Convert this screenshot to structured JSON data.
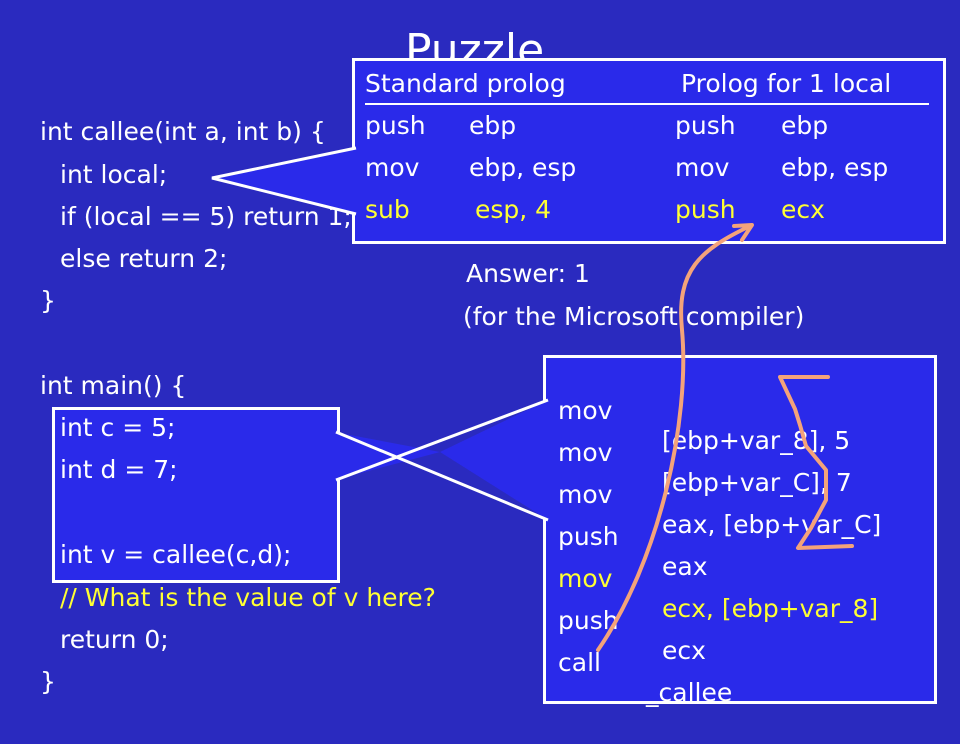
{
  "title": "Puzzle",
  "code": {
    "l1": "int callee(int a, int b) {",
    "l2": "int local;",
    "l3": "if (local == 5) return 1;",
    "l4": "else return 2;",
    "l5": "}",
    "l6": "int main() {",
    "l7": "int c = 5;",
    "l8": "int d = 7;",
    "l9": "int v = callee(c,d);",
    "l10": "// What is the value of v here?",
    "l11": "return 0;",
    "l12": "}"
  },
  "answer": {
    "line1": "Answer: 1",
    "line2": "(for the Microsoft compiler)"
  },
  "prolog": {
    "header_left": "Standard prolog",
    "header_right": "Prolog for 1 local",
    "rows": [
      {
        "op1": "push",
        "arg1": "ebp",
        "op2": "push",
        "arg2": "ebp"
      },
      {
        "op1": "mov",
        "arg1": "ebp, esp",
        "op2": "mov",
        "arg2": "ebp, esp"
      },
      {
        "op1": "sub",
        "arg1": "esp, 4",
        "op2": "push",
        "arg2": "ecx"
      }
    ]
  },
  "asm": [
    {
      "op": "mov",
      "arg": "[ebp+var_8], 5"
    },
    {
      "op": "mov",
      "arg": "[ebp+var_C], 7"
    },
    {
      "op": "mov",
      "arg": "eax, [ebp+var_C]"
    },
    {
      "op": "push",
      "arg": "eax"
    },
    {
      "op": "mov",
      "arg": "ecx, [ebp+var_8]"
    },
    {
      "op": "push",
      "arg": "ecx"
    },
    {
      "op": "call",
      "arg": "_callee"
    },
    {
      "op": ". . .",
      "arg": ""
    }
  ],
  "colors": {
    "background": "#2a2abf",
    "box_fill": "#2a2aea",
    "highlight_text": "#ffff33",
    "arrow": "#f4a37a"
  }
}
